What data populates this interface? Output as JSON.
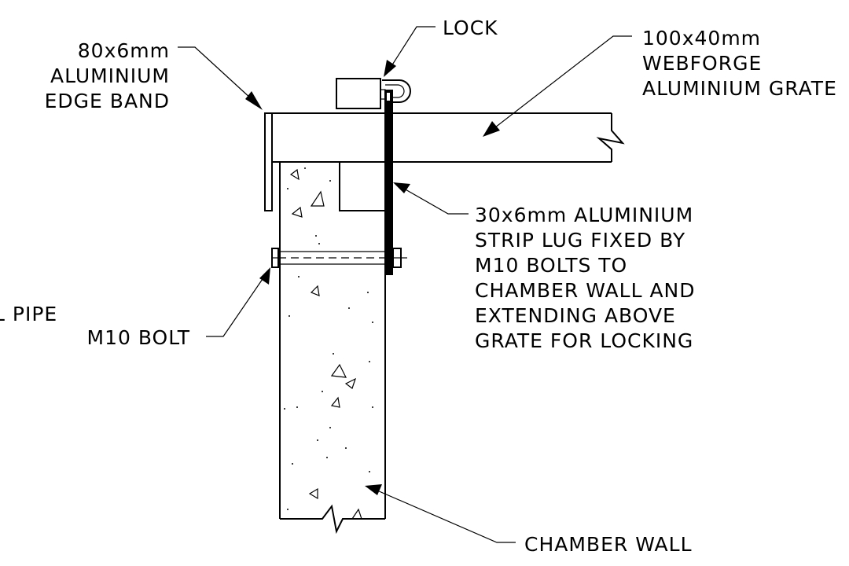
{
  "labels": {
    "edge_band": [
      "80x6mm",
      "ALUMINIUM",
      "EDGE BAND"
    ],
    "lock": "LOCK",
    "grate": [
      "100x40mm",
      "WEBFORGE",
      "ALUMINIUM GRATE"
    ],
    "strip_lug": [
      "30x6mm ALUMINIUM",
      "STRIP LUG FIXED BY",
      "M10 BOLTS TO",
      "CHAMBER WALL AND",
      "EXTENDING ABOVE",
      "GRATE FOR LOCKING"
    ],
    "pipe": "L PIPE",
    "bolt": "M10 BOLT",
    "chamber_wall": "CHAMBER WALL"
  }
}
